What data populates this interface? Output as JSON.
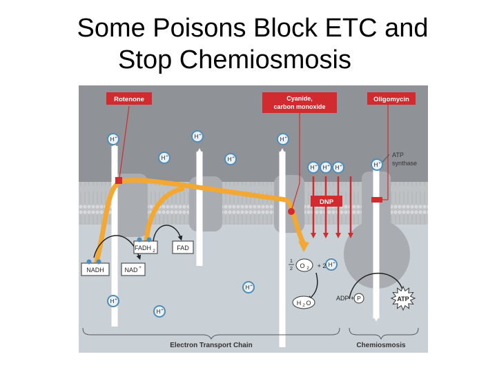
{
  "title": {
    "line1": "Some Poisons Block ETC and",
    "line2": "Stop Chemiosmosis"
  },
  "poisons": {
    "rotenone": "Rotenone",
    "cyanide_line1": "Cyanide,",
    "cyanide_line2": "carbon monoxide",
    "oligomycin": "Oligomycin",
    "dnp": "DNP"
  },
  "labels": {
    "atp_synthase_line1": "ATP",
    "atp_synthase_line2": "synthase",
    "nadh": "NADH",
    "nad": "NAD",
    "nad_sup": "+",
    "fadh2": "FADH",
    "fadh2_sub": "2",
    "fad": "FAD",
    "half": "1",
    "half_den": "2",
    "o2": "O",
    "o2_sub": "2",
    "plus_2": "+ 2",
    "h2o": "H",
    "h2o_sub": "2",
    "h2o_o": "O",
    "adp": "ADP +",
    "p": "P",
    "atp": "ATP",
    "h": "H",
    "h_sup": "+",
    "etc": "Electron Transport Chain",
    "chemiosmosis": "Chemiosmosis"
  },
  "colors": {
    "intermembrane": "#8f9297",
    "matrix": "#c9d0d6",
    "membrane": "#c4c6c8",
    "poison_red": "#d12a2f",
    "electron_path": "#f2a832",
    "proton_arrow": "#ffffff",
    "h_ion": "#4f8db8"
  }
}
